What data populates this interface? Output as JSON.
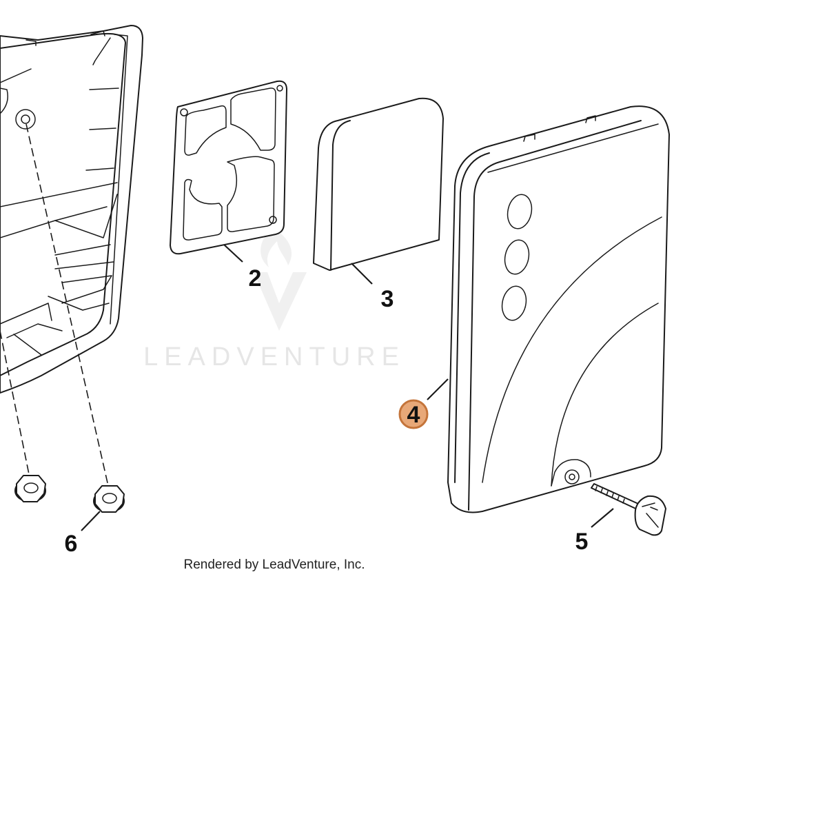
{
  "diagram": {
    "callouts": [
      {
        "id": "2",
        "label": "2",
        "highlighted": false
      },
      {
        "id": "3",
        "label": "3",
        "highlighted": false
      },
      {
        "id": "4",
        "label": "4",
        "highlighted": true
      },
      {
        "id": "5",
        "label": "5",
        "highlighted": false
      },
      {
        "id": "6",
        "label": "6",
        "highlighted": false
      }
    ],
    "watermark": {
      "text": "LEADVENTURE",
      "logo_icon": "leadventure-flame-v-logo"
    },
    "credit": "Rendered by LeadVenture, Inc.",
    "colors": {
      "highlight_fill": "#e8a878",
      "highlight_stroke": "#c4743a",
      "line": "#1a1a1a",
      "watermark": "#e6e6e6"
    }
  }
}
